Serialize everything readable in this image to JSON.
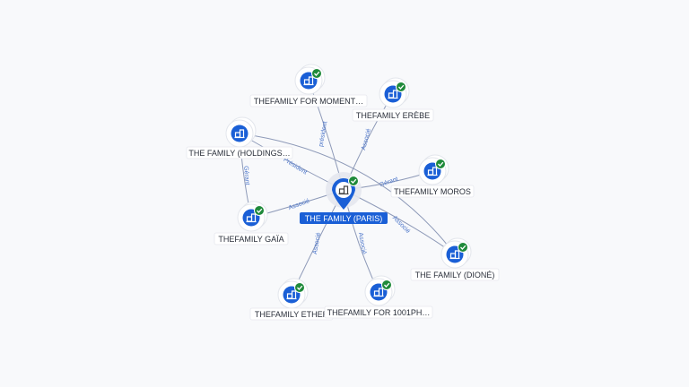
{
  "colors": {
    "node_blue": "#1a5fd6",
    "check_green": "#1f8a3a",
    "edge": "#8e9ab8",
    "edge_label": "#4a74c9",
    "label_bg": "#ffffff",
    "center_label_bg": "#1a5fd6"
  },
  "center": {
    "label": "THE FAMILY (PARIS)",
    "icon": "building-icon",
    "status_icon": "check-icon"
  },
  "nodes": [
    {
      "id": "n1",
      "label": "THEFAMILY FOR MOMENT…",
      "icon": "building-icon",
      "status_icon": "check-icon"
    },
    {
      "id": "n2",
      "label": "THEFAMILY ERÈBE",
      "icon": "building-icon",
      "status_icon": "check-icon"
    },
    {
      "id": "n3",
      "label": "THE FAMILY (HOLDINGS…",
      "icon": "building-icon",
      "status_icon": ""
    },
    {
      "id": "n4",
      "label": "THEFAMILY MOROS",
      "icon": "building-icon",
      "status_icon": "check-icon"
    },
    {
      "id": "n5",
      "label": "THEFAMILY GAÏA",
      "icon": "building-icon",
      "status_icon": "check-icon"
    },
    {
      "id": "n6",
      "label": "THE FAMILY (DIONÉ)",
      "icon": "building-icon",
      "status_icon": "check-icon"
    },
    {
      "id": "n7",
      "label": "THEFAMILY ETHER",
      "icon": "building-icon",
      "status_icon": "check-icon"
    },
    {
      "id": "n8",
      "label": "THEFAMILY FOR 1001PH…",
      "icon": "building-icon",
      "status_icon": "check-icon"
    }
  ],
  "edges": [
    {
      "from": "center",
      "to": "n1",
      "label": "président"
    },
    {
      "from": "center",
      "to": "n2",
      "label": "Associé"
    },
    {
      "from": "center",
      "to": "n3",
      "label": "Président"
    },
    {
      "from": "center",
      "to": "n4",
      "label": "Gérant"
    },
    {
      "from": "center",
      "to": "n5",
      "label": "Associé"
    },
    {
      "from": "center",
      "to": "n6",
      "label": "Associé"
    },
    {
      "from": "center",
      "to": "n7",
      "label": "Associé"
    },
    {
      "from": "center",
      "to": "n8",
      "label": "Associé"
    },
    {
      "from": "n3",
      "to": "n5",
      "label": "Gérant"
    },
    {
      "from": "n3",
      "to": "n6",
      "label": ""
    }
  ]
}
